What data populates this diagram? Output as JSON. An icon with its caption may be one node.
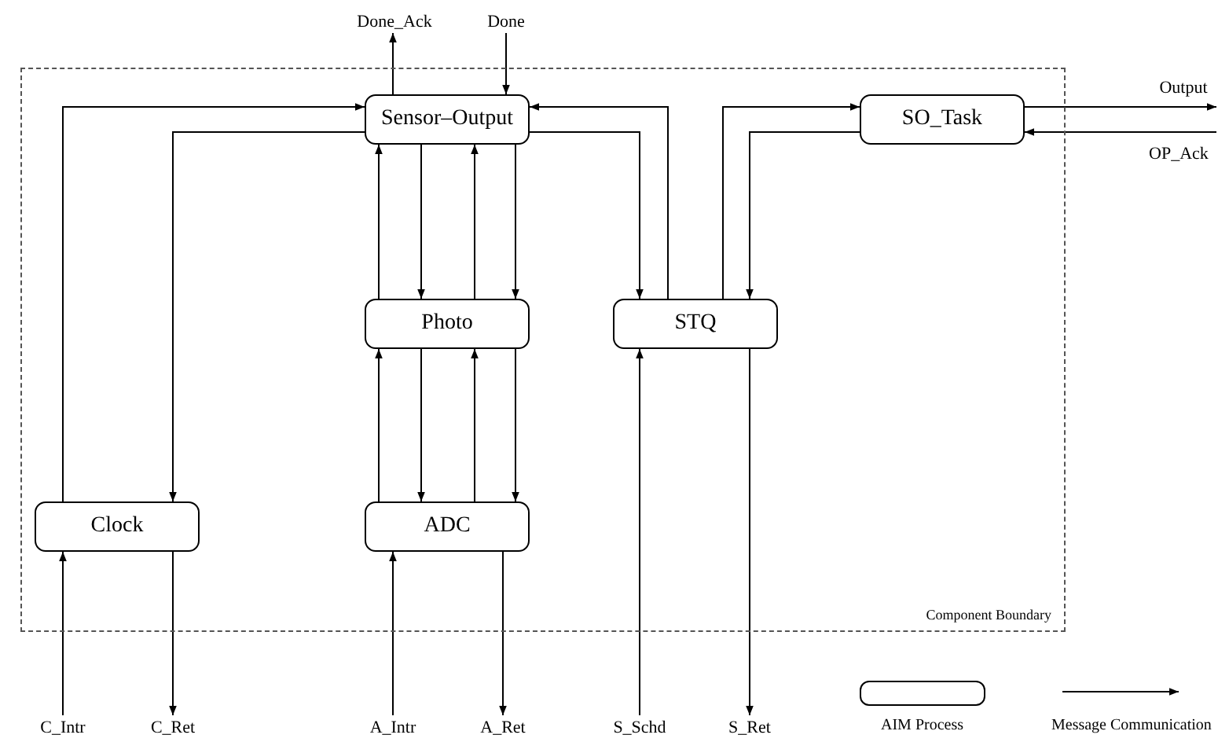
{
  "diagram": {
    "nodes": [
      {
        "text": [
          "Component Boundary"
        ]
      },
      {
        "text": [
          "Done_Ack"
        ]
      },
      {
        "text": [
          "Done"
        ]
      },
      {
        "text": [
          "Output"
        ]
      },
      {
        "text": [
          "Sensor–Output"
        ],
        "in": 0
      },
      {
        "text": [
          "SO_Task"
        ],
        "in": 0
      },
      {
        "text": [
          "OP_Ack"
        ]
      },
      {
        "text": [
          "Photo"
        ],
        "in": 0
      },
      {
        "text": [
          "STQ"
        ],
        "in": 0
      },
      {
        "text": [
          "Clock"
        ],
        "in": 0
      },
      {
        "text": [
          "ADC"
        ],
        "in": 0
      },
      {
        "text": [
          "C_Intr"
        ]
      },
      {
        "text": [
          "C_Ret"
        ]
      },
      {
        "text": [
          "A_Intr"
        ]
      },
      {
        "text": [
          "A_Ret"
        ]
      },
      {
        "text": [
          "S_Schd"
        ]
      },
      {
        "text": [
          "S_Ret"
        ]
      }
    ],
    "edges": [
      {
        "from": 4,
        "to": 1,
        "arrow": "to"
      },
      {
        "from": 2,
        "to": 4,
        "arrow": "to"
      },
      {
        "from": 9,
        "to": 4,
        "arrow": "to"
      },
      {
        "from": 4,
        "to": 9,
        "arrow": "to"
      },
      {
        "from": 8,
        "to": 4,
        "arrow": "to"
      },
      {
        "from": 4,
        "to": 8,
        "arrow": "to"
      },
      {
        "from": 8,
        "to": 5,
        "arrow": "to"
      },
      {
        "from": 5,
        "to": 8,
        "arrow": "to"
      },
      {
        "from": 5,
        "to": 3,
        "arrow": "to"
      },
      {
        "from": 6,
        "to": 5,
        "arrow": "to"
      },
      {
        "from": 7,
        "to": 4,
        "arrow": "to"
      },
      {
        "from": 4,
        "to": 7,
        "arrow": "to"
      },
      {
        "from": 7,
        "to": 4,
        "arrow": "to"
      },
      {
        "from": 4,
        "to": 7,
        "arrow": "to"
      },
      {
        "from": 10,
        "to": 7,
        "arrow": "to"
      },
      {
        "from": 7,
        "to": 10,
        "arrow": "to"
      },
      {
        "from": 10,
        "to": 7,
        "arrow": "to"
      },
      {
        "from": 7,
        "to": 10,
        "arrow": "to"
      },
      {
        "from": 11,
        "to": 9,
        "arrow": "to"
      },
      {
        "from": 9,
        "to": 12,
        "arrow": "to"
      },
      {
        "from": 13,
        "to": 10,
        "arrow": "to"
      },
      {
        "from": 10,
        "to": 14,
        "arrow": "to"
      },
      {
        "from": 15,
        "to": 8,
        "arrow": "to"
      },
      {
        "from": 8,
        "to": 16,
        "arrow": "to"
      }
    ],
    "legend": [
      {
        "text": "AIM Process"
      },
      {
        "text": "Message Communication"
      }
    ]
  }
}
